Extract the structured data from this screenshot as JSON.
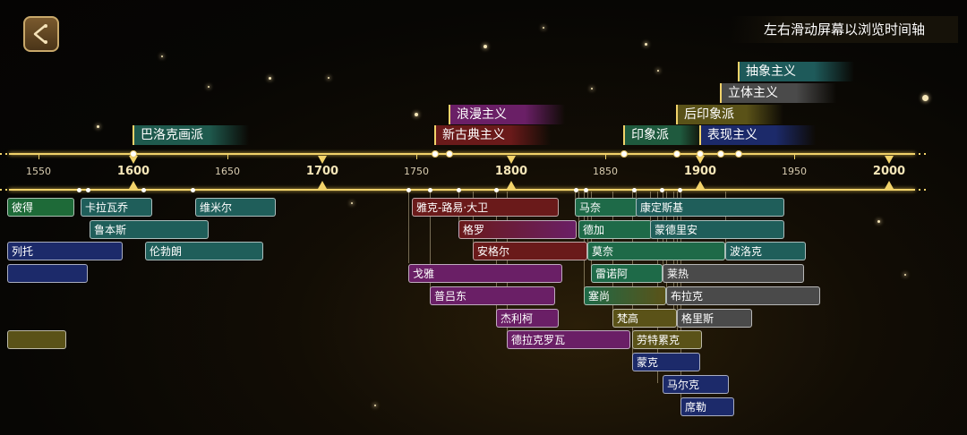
{
  "hint": "左右滑动屏幕以浏览时间轴",
  "years": {
    "1550": "1550",
    "1600": "1600",
    "1650": "1650",
    "1700": "1700",
    "1750": "1750",
    "1800": "1800",
    "1850": "1850",
    "1900": "1900",
    "1950": "1950",
    "2000": "2000"
  },
  "movements": {
    "baroque": "巴洛克画派",
    "neoclassicism": "新古典主义",
    "romanticism": "浪漫主义",
    "impressionism": "印象派",
    "post_impressionism": "后印象派",
    "expressionism": "表现主义",
    "cubism": "立体主义",
    "abstract": "抽象主义"
  },
  "artists": {
    "bidet": "彼得",
    "caravaggio": "卡拉瓦乔",
    "vermeer": "维米尔",
    "rubens": "鲁本斯",
    "titian": "列托",
    "rembrandt": "伦勃朗",
    "david": "雅克-路易·大卫",
    "manet": "马奈",
    "kandinsky": "康定斯基",
    "gros": "格罗",
    "degas": "德加",
    "mondrian": "蒙德里安",
    "ingres": "安格尔",
    "monet": "莫奈",
    "pollock": "波洛克",
    "goya": "戈雅",
    "renoir": "雷诺阿",
    "leger": "莱热",
    "prudhon": "普吕东",
    "cezanne": "塞尚",
    "braque": "布拉克",
    "gericault": "杰利柯",
    "vangogh": "梵高",
    "gris": "格里斯",
    "delacroix": "德拉克罗瓦",
    "lautrec": "劳特累克",
    "munch": "蒙克",
    "marc": "马尔克",
    "schiele": "席勒"
  }
}
